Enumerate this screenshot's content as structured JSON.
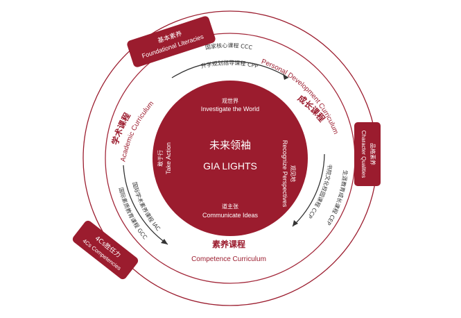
{
  "colors": {
    "primary": "#9b1c2e",
    "ring": "#a3283a",
    "text_dark": "#3a3a3a",
    "white": "#ffffff"
  },
  "center": {
    "title_cn": "未来领袖",
    "title_en": "GIA LIGHTS"
  },
  "inner": {
    "top": {
      "cn": "观世界",
      "en": "Investigate the World"
    },
    "right": {
      "cn": "观见地",
      "en": "Recognize Perspectives"
    },
    "bottom": {
      "cn": "道主张",
      "en": "Communicate Ideas"
    },
    "left": {
      "cn": "敢于行",
      "en": "Take Action"
    }
  },
  "curricula": {
    "top_cn": "国家核心课程 CCC",
    "top_en": "升学规划指导课程 CPP",
    "right_cn": "书院文化校园课程 CCP",
    "right_en": "生涯教育成长课程 CEP",
    "left_cn": "国际学术素养课程 IAC",
    "left_en": "国际素质教育课程 GCC"
  },
  "ring_labels": {
    "academic_cn": "学术课程",
    "academic_en": "Academic Curriculum",
    "personal_cn": "成长课程",
    "personal_en": "Personal Development Curriculum",
    "competence_cn": "素养课程",
    "competence_en": "Competence Curriculum"
  },
  "badges": {
    "foundational": {
      "cn": "基本素养",
      "en": "Foundational Literacies"
    },
    "character": {
      "cn": "品格素养",
      "en": "Character Qualities"
    },
    "competencies": {
      "cn": "4Cs胜任力",
      "en": "4Cs Competencies"
    }
  }
}
